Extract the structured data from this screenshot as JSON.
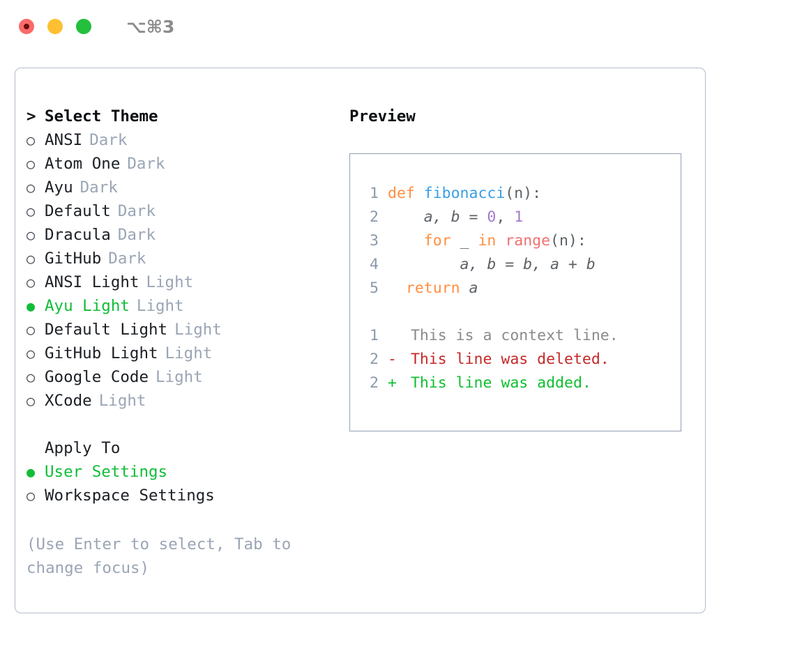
{
  "titlebar": {
    "shortcut": "⌥⌘3",
    "buttons": [
      {
        "name": "close",
        "color": "#fa6a6a"
      },
      {
        "name": "minimize",
        "color": "#fdc032"
      },
      {
        "name": "maximize",
        "color": "#22c03c"
      }
    ]
  },
  "theme_list": {
    "header_marker": ">",
    "header": "Select Theme",
    "radio_off": "○",
    "radio_on": "●",
    "items": [
      {
        "name": "ANSI",
        "type": "Dark",
        "selected": false
      },
      {
        "name": "Atom One",
        "type": "Dark",
        "selected": false
      },
      {
        "name": "Ayu",
        "type": "Dark",
        "selected": false
      },
      {
        "name": "Default",
        "type": "Dark",
        "selected": false
      },
      {
        "name": "Dracula",
        "type": "Dark",
        "selected": false
      },
      {
        "name": "GitHub",
        "type": "Dark",
        "selected": false
      },
      {
        "name": "ANSI Light",
        "type": "Light",
        "selected": false
      },
      {
        "name": "Ayu Light",
        "type": "Light",
        "selected": true
      },
      {
        "name": "Default Light",
        "type": "Light",
        "selected": false
      },
      {
        "name": "GitHub Light",
        "type": "Light",
        "selected": false
      },
      {
        "name": "Google Code",
        "type": "Light",
        "selected": false
      },
      {
        "name": "XCode",
        "type": "Light",
        "selected": false
      }
    ]
  },
  "apply_to": {
    "header": "Apply To",
    "items": [
      {
        "name": "User Settings",
        "selected": true
      },
      {
        "name": "Workspace Settings",
        "selected": false
      }
    ]
  },
  "hint": "(Use Enter to select, Tab to change focus)",
  "preview": {
    "title": "Preview",
    "code": [
      {
        "lineno": "1",
        "tokens": [
          {
            "t": "def ",
            "c": "kw"
          },
          {
            "t": "fibonacci",
            "c": "fn"
          },
          {
            "t": "(n):",
            "c": "punct"
          }
        ]
      },
      {
        "lineno": "2",
        "tokens": [
          {
            "t": "    a, b = ",
            "c": "plain"
          },
          {
            "t": "0",
            "c": "num"
          },
          {
            "t": ", ",
            "c": "punct"
          },
          {
            "t": "1",
            "c": "num"
          }
        ]
      },
      {
        "lineno": "3",
        "tokens": [
          {
            "t": "    ",
            "c": "punct"
          },
          {
            "t": "for",
            "c": "kw"
          },
          {
            "t": " _ ",
            "c": "plain"
          },
          {
            "t": "in",
            "c": "kw"
          },
          {
            "t": " ",
            "c": "punct"
          },
          {
            "t": "range",
            "c": "builtin"
          },
          {
            "t": "(n):",
            "c": "punct"
          }
        ]
      },
      {
        "lineno": "4",
        "tokens": [
          {
            "t": "        a, b = b, a + b",
            "c": "plain"
          }
        ]
      },
      {
        "lineno": "5",
        "tokens": [
          {
            "t": "  ",
            "c": "punct"
          },
          {
            "t": "return",
            "c": "kw"
          },
          {
            "t": " a",
            "c": "plain"
          }
        ]
      }
    ],
    "diff": [
      {
        "lineno": "1",
        "marker": " ",
        "text": "This is a context line.",
        "kind": "context"
      },
      {
        "lineno": "2",
        "marker": "-",
        "text": "This line was deleted.",
        "kind": "del"
      },
      {
        "lineno": "2",
        "marker": "+",
        "text": "This line was added.",
        "kind": "add"
      }
    ]
  },
  "colors": {
    "accent_green": "#10bd38",
    "muted": "#9aa5b5",
    "kw_orange": "#ff8f40",
    "fn_blue": "#399ee6",
    "num_purple": "#a37acc",
    "builtin_red": "#f07171",
    "diff_del": "#c62828",
    "diff_add": "#0ebf2f",
    "border": "#b3bcca"
  }
}
